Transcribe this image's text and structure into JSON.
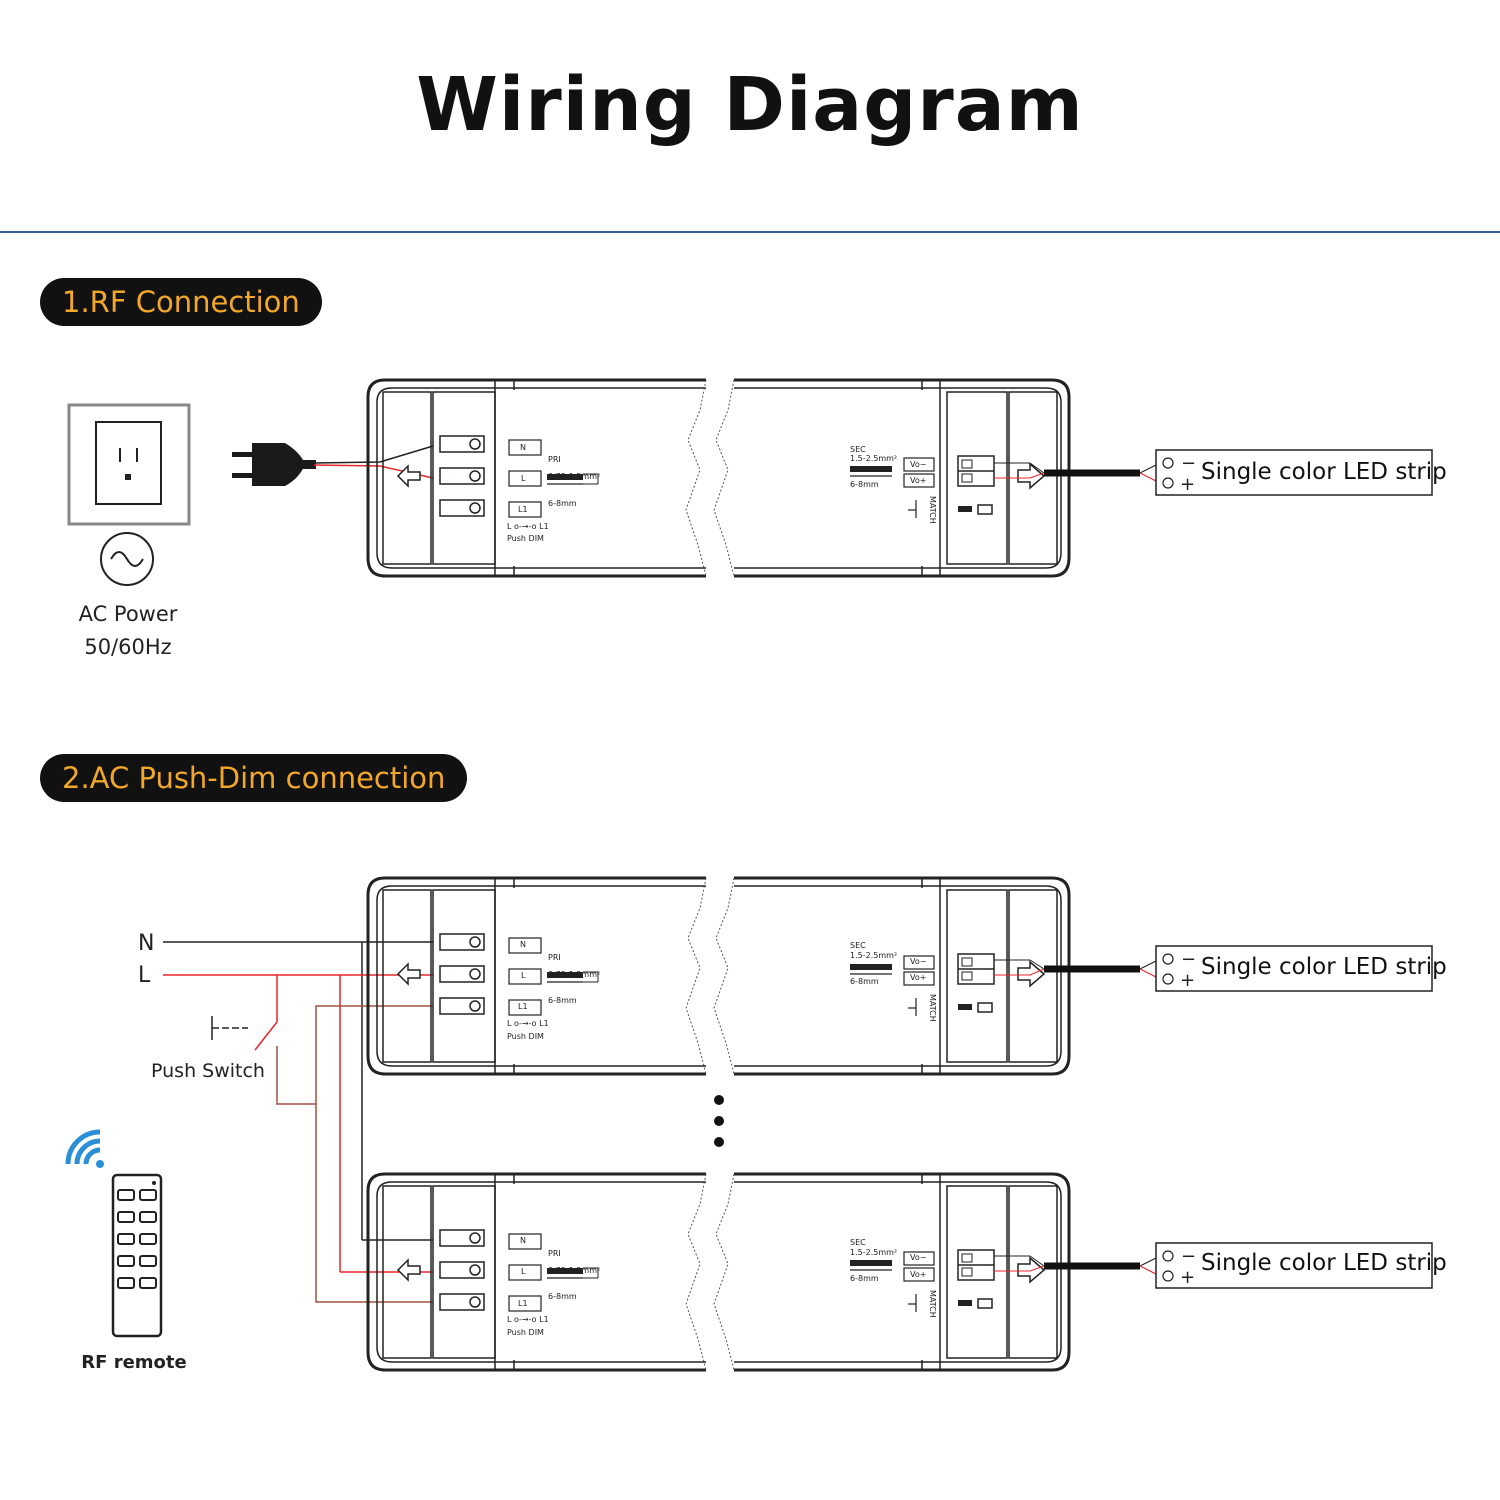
{
  "title": "Wiring Diagram",
  "section1": {
    "label": "1.RF  Connection"
  },
  "section2": {
    "label": "2.AC Push-Dim connection"
  },
  "ac_power": {
    "line1": "AC Power",
    "line2": "50/60Hz"
  },
  "led_strip_label": "Single color LED strip",
  "push_switch_label": "Push Switch",
  "rf_remote_label": "RF remote",
  "mains": {
    "n": "N",
    "l": "L"
  },
  "driver": {
    "terminals": [
      "N",
      "L",
      "L1"
    ],
    "pri": "PRI",
    "pri_wire": "0.75-1.5mm²",
    "pri_strip": "6-8mm",
    "push_legend": "L o-→-o L1",
    "push_dim": "Push DIM",
    "sec": "SEC",
    "sec_wire": "1.5-2.5mm²",
    "sec_strip": "6-8mm",
    "outputs": [
      "Vo−",
      "Vo+"
    ],
    "match": "MATCH"
  },
  "strip_pins": {
    "neg": "−",
    "pos": "+"
  },
  "colors": {
    "accent": "#f2a72a",
    "rule": "#2f5d92",
    "live_wire": "#e8262b",
    "switched_wire": "#a0523f",
    "wifi": "#2b8fd6"
  }
}
